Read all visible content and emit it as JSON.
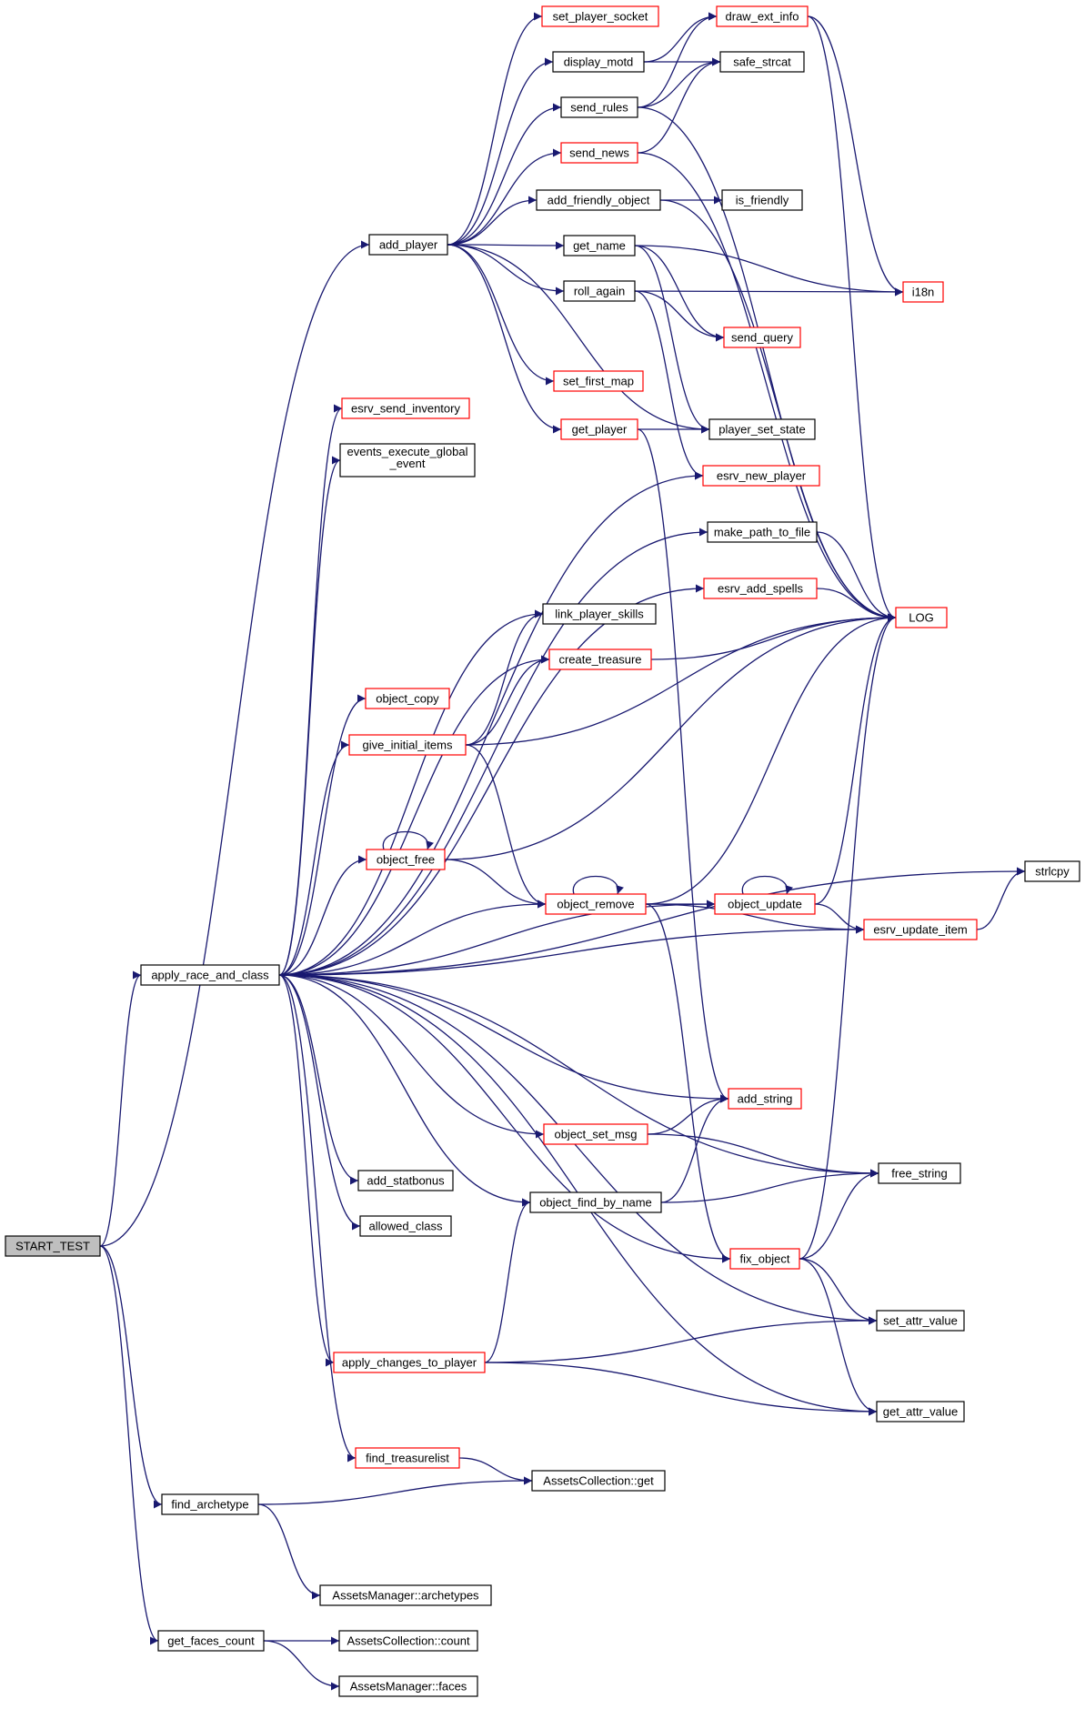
{
  "colors": {
    "edge": "#191970",
    "node_border_default": "#000000",
    "node_border_truncated": "#ff0000",
    "root_fill": "#bfbfbf"
  },
  "nodes": {
    "start_test": {
      "label": "START_TEST",
      "style": "root"
    },
    "add_player": {
      "label": "add_player",
      "style": "plain"
    },
    "apply_race_and_class": {
      "label": "apply_race_and_class",
      "style": "plain"
    },
    "find_archetype": {
      "label": "find_archetype",
      "style": "plain"
    },
    "get_faces_count": {
      "label": "get_faces_count",
      "style": "plain"
    },
    "set_player_socket": {
      "label": "set_player_socket",
      "style": "red"
    },
    "display_motd": {
      "label": "display_motd",
      "style": "plain"
    },
    "send_rules": {
      "label": "send_rules",
      "style": "plain"
    },
    "send_news": {
      "label": "send_news",
      "style": "red"
    },
    "add_friendly_object": {
      "label": "add_friendly_object",
      "style": "plain"
    },
    "get_name": {
      "label": "get_name",
      "style": "plain"
    },
    "roll_again": {
      "label": "roll_again",
      "style": "plain"
    },
    "set_first_map": {
      "label": "set_first_map",
      "style": "red"
    },
    "get_player": {
      "label": "get_player",
      "style": "red"
    },
    "draw_ext_info": {
      "label": "draw_ext_info",
      "style": "red"
    },
    "safe_strcat": {
      "label": "safe_strcat",
      "style": "plain"
    },
    "is_friendly": {
      "label": "is_friendly",
      "style": "plain"
    },
    "i18n": {
      "label": "i18n",
      "style": "red"
    },
    "send_query": {
      "label": "send_query",
      "style": "red"
    },
    "player_set_state": {
      "label": "player_set_state",
      "style": "plain"
    },
    "esrv_new_player": {
      "label": "esrv_new_player",
      "style": "red"
    },
    "esrv_send_inventory": {
      "label": "esrv_send_inventory",
      "style": "red"
    },
    "events_execute_global_event": {
      "label": "events_execute_global",
      "label2": "_event",
      "style": "plain"
    },
    "make_path_to_file": {
      "label": "make_path_to_file",
      "style": "plain"
    },
    "esrv_add_spells": {
      "label": "esrv_add_spells",
      "style": "red"
    },
    "LOG": {
      "label": "LOG",
      "style": "red"
    },
    "link_player_skills": {
      "label": "link_player_skills",
      "style": "plain"
    },
    "create_treasure": {
      "label": "create_treasure",
      "style": "red"
    },
    "object_copy": {
      "label": "object_copy",
      "style": "red"
    },
    "give_initial_items": {
      "label": "give_initial_items",
      "style": "red"
    },
    "object_free": {
      "label": "object_free",
      "style": "red"
    },
    "object_remove": {
      "label": "object_remove",
      "style": "red"
    },
    "object_update": {
      "label": "object_update",
      "style": "red"
    },
    "esrv_update_item": {
      "label": "esrv_update_item",
      "style": "red"
    },
    "strlcpy": {
      "label": "strlcpy",
      "style": "plain"
    },
    "add_string": {
      "label": "add_string",
      "style": "red"
    },
    "object_set_msg": {
      "label": "object_set_msg",
      "style": "red"
    },
    "free_string": {
      "label": "free_string",
      "style": "plain"
    },
    "add_statbonus": {
      "label": "add_statbonus",
      "style": "plain"
    },
    "object_find_by_name": {
      "label": "object_find_by_name",
      "style": "plain"
    },
    "allowed_class": {
      "label": "allowed_class",
      "style": "plain"
    },
    "fix_object": {
      "label": "fix_object",
      "style": "red"
    },
    "set_attr_value": {
      "label": "set_attr_value",
      "style": "plain"
    },
    "apply_changes_to_player": {
      "label": "apply_changes_to_player",
      "style": "red"
    },
    "get_attr_value": {
      "label": "get_attr_value",
      "style": "plain"
    },
    "find_treasurelist": {
      "label": "find_treasurelist",
      "style": "red"
    },
    "assets_collection_get": {
      "label": "AssetsCollection::get",
      "style": "plain"
    },
    "assets_manager_archetypes": {
      "label": "AssetsManager::archetypes",
      "style": "plain"
    },
    "assets_collection_count": {
      "label": "AssetsCollection::count",
      "style": "plain"
    },
    "assets_manager_faces": {
      "label": "AssetsManager::faces",
      "style": "plain"
    }
  },
  "edges": [
    [
      "start_test",
      "add_player"
    ],
    [
      "start_test",
      "apply_race_and_class"
    ],
    [
      "start_test",
      "find_archetype"
    ],
    [
      "start_test",
      "get_faces_count"
    ],
    [
      "add_player",
      "set_player_socket"
    ],
    [
      "add_player",
      "display_motd"
    ],
    [
      "add_player",
      "send_rules"
    ],
    [
      "add_player",
      "send_news"
    ],
    [
      "add_player",
      "add_friendly_object"
    ],
    [
      "add_player",
      "get_name"
    ],
    [
      "add_player",
      "roll_again"
    ],
    [
      "add_player",
      "set_first_map"
    ],
    [
      "add_player",
      "get_player"
    ],
    [
      "add_player",
      "player_set_state"
    ],
    [
      "display_motd",
      "draw_ext_info"
    ],
    [
      "display_motd",
      "safe_strcat"
    ],
    [
      "send_rules",
      "draw_ext_info"
    ],
    [
      "send_rules",
      "safe_strcat"
    ],
    [
      "send_rules",
      "LOG"
    ],
    [
      "send_news",
      "safe_strcat"
    ],
    [
      "send_news",
      "LOG"
    ],
    [
      "draw_ext_info",
      "i18n"
    ],
    [
      "draw_ext_info",
      "LOG"
    ],
    [
      "add_friendly_object",
      "is_friendly"
    ],
    [
      "add_friendly_object",
      "LOG"
    ],
    [
      "get_name",
      "i18n"
    ],
    [
      "get_name",
      "send_query"
    ],
    [
      "get_name",
      "player_set_state"
    ],
    [
      "roll_again",
      "send_query"
    ],
    [
      "roll_again",
      "i18n"
    ],
    [
      "roll_again",
      "esrv_new_player"
    ],
    [
      "get_player",
      "player_set_state"
    ],
    [
      "get_player",
      "add_string"
    ],
    [
      "apply_race_and_class",
      "make_path_to_file"
    ],
    [
      "apply_race_and_class",
      "esrv_send_inventory"
    ],
    [
      "apply_race_and_class",
      "events_execute_global_event"
    ],
    [
      "apply_race_and_class",
      "esrv_new_player"
    ],
    [
      "apply_race_and_class",
      "esrv_add_spells"
    ],
    [
      "apply_race_and_class",
      "link_player_skills"
    ],
    [
      "apply_race_and_class",
      "create_treasure"
    ],
    [
      "apply_race_and_class",
      "object_copy"
    ],
    [
      "apply_race_and_class",
      "give_initial_items"
    ],
    [
      "apply_race_and_class",
      "strlcpy"
    ],
    [
      "apply_race_and_class",
      "object_free"
    ],
    [
      "apply_race_and_class",
      "object_remove"
    ],
    [
      "apply_race_and_class",
      "object_update"
    ],
    [
      "apply_race_and_class",
      "esrv_update_item"
    ],
    [
      "apply_race_and_class",
      "free_string"
    ],
    [
      "apply_race_and_class",
      "add_string"
    ],
    [
      "apply_race_and_class",
      "object_set_msg"
    ],
    [
      "apply_race_and_class",
      "add_statbonus"
    ],
    [
      "apply_race_and_class",
      "allowed_class"
    ],
    [
      "apply_race_and_class",
      "object_find_by_name"
    ],
    [
      "apply_race_and_class",
      "fix_object"
    ],
    [
      "apply_race_and_class",
      "apply_changes_to_player"
    ],
    [
      "apply_race_and_class",
      "set_attr_value"
    ],
    [
      "apply_race_and_class",
      "find_treasurelist"
    ],
    [
      "apply_race_and_class",
      "get_attr_value"
    ],
    [
      "make_path_to_file",
      "LOG"
    ],
    [
      "esrv_add_spells",
      "LOG"
    ],
    [
      "create_treasure",
      "LOG"
    ],
    [
      "give_initial_items",
      "link_player_skills"
    ],
    [
      "give_initial_items",
      "create_treasure"
    ],
    [
      "give_initial_items",
      "LOG"
    ],
    [
      "give_initial_items",
      "object_remove"
    ],
    [
      "object_free",
      "object_free"
    ],
    [
      "object_free",
      "LOG"
    ],
    [
      "object_free",
      "object_remove"
    ],
    [
      "object_remove",
      "object_remove"
    ],
    [
      "object_remove",
      "LOG"
    ],
    [
      "object_remove",
      "object_update"
    ],
    [
      "object_remove",
      "esrv_update_item"
    ],
    [
      "object_remove",
      "fix_object"
    ],
    [
      "object_update",
      "object_update"
    ],
    [
      "object_update",
      "LOG"
    ],
    [
      "object_update",
      "esrv_update_item"
    ],
    [
      "esrv_update_item",
      "strlcpy"
    ],
    [
      "object_set_msg",
      "add_string"
    ],
    [
      "object_set_msg",
      "free_string"
    ],
    [
      "object_find_by_name",
      "add_string"
    ],
    [
      "object_find_by_name",
      "free_string"
    ],
    [
      "fix_object",
      "LOG"
    ],
    [
      "fix_object",
      "free_string"
    ],
    [
      "fix_object",
      "set_attr_value"
    ],
    [
      "fix_object",
      "get_attr_value"
    ],
    [
      "apply_changes_to_player",
      "object_find_by_name"
    ],
    [
      "apply_changes_to_player",
      "set_attr_value"
    ],
    [
      "apply_changes_to_player",
      "get_attr_value"
    ],
    [
      "find_treasurelist",
      "assets_collection_get"
    ],
    [
      "find_archetype",
      "assets_collection_get"
    ],
    [
      "find_archetype",
      "assets_manager_archetypes"
    ],
    [
      "get_faces_count",
      "assets_collection_count"
    ],
    [
      "get_faces_count",
      "assets_manager_faces"
    ]
  ]
}
